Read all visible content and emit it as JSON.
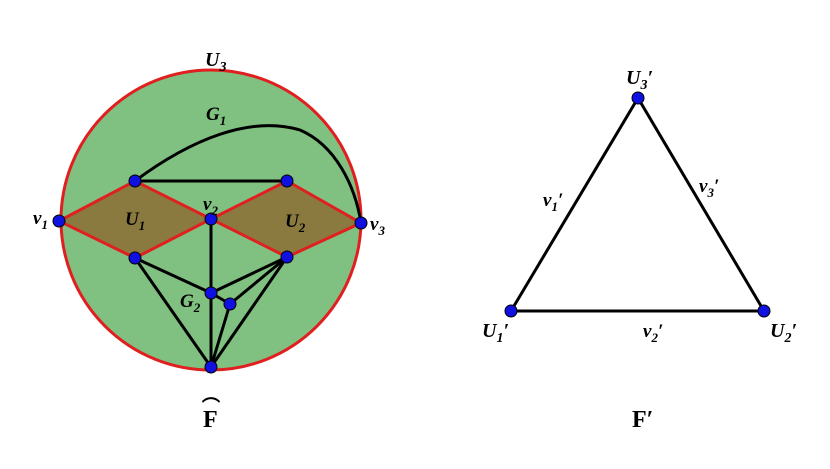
{
  "left_figure": {
    "outer_label": "U",
    "outer_sub": "3",
    "g1_label": "G",
    "g1_sub": "1",
    "g2_label": "G",
    "g2_sub": "2",
    "u1_label": "U",
    "u1_sub": "1",
    "u2_label": "U",
    "u2_sub": "2",
    "v1_label": "v",
    "v1_sub": "1",
    "v2_label": "v",
    "v2_sub": "2",
    "v3_label": "v",
    "v3_sub": "3",
    "caption": "F",
    "caption_hat": "⌒",
    "colors": {
      "disk_fill": "#80c080",
      "boundary": "#e02020",
      "face_fill": "#8a7a40",
      "vertex": "#1010e0",
      "edge": "#000000"
    }
  },
  "right_figure": {
    "top_label": "U",
    "top_sub": "3",
    "top_prime": "′",
    "left_label": "U",
    "left_sub": "1",
    "left_prime": "′",
    "right_label": "U",
    "right_sub": "2",
    "right_prime": "′",
    "edge1_label": "v",
    "edge1_sub": "1",
    "edge1_prime": "′",
    "edge2_label": "v",
    "edge2_sub": "2",
    "edge2_prime": "′",
    "edge3_label": "v",
    "edge3_sub": "3",
    "edge3_prime": "′",
    "caption": "F′"
  }
}
